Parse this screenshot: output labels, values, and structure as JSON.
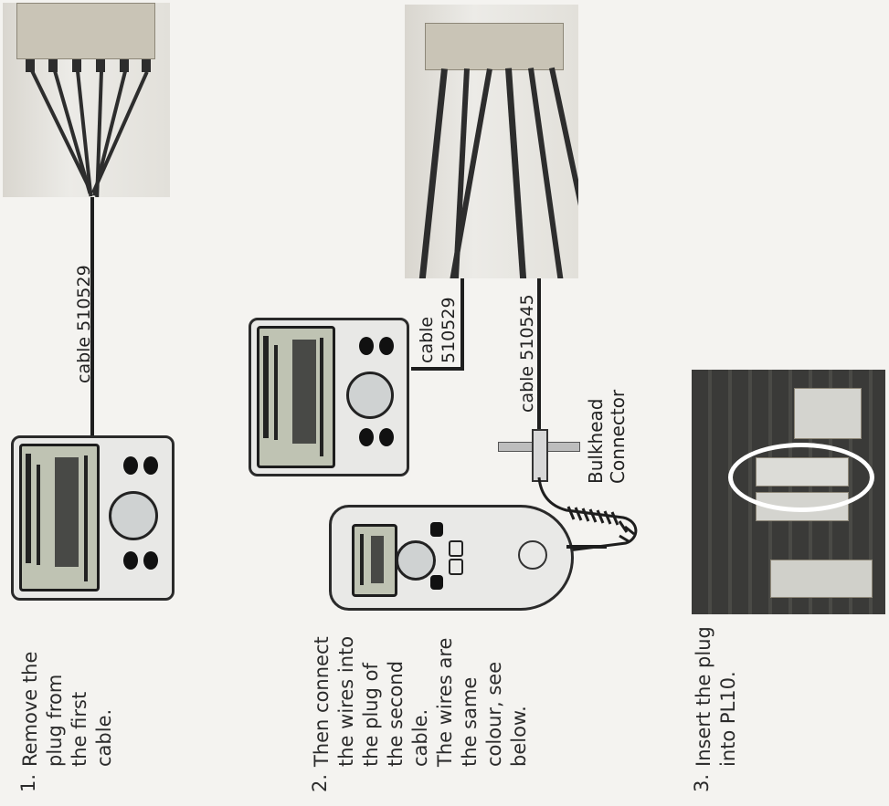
{
  "steps": {
    "step1": {
      "number": "1.",
      "text": "Remove the\nplug from\nthe first\ncable."
    },
    "step2": {
      "number": "2.",
      "text": "Then connect\nthe wires into\nthe plug of\nthe second\ncable.\nThe wires are\nthe same\ncolour, see\nbelow."
    },
    "step3": {
      "number": "3.",
      "text": "Insert the plug\ninto PL10."
    }
  },
  "labels": {
    "cable_1": "cable 510529",
    "cable_2a": "cable\n510529",
    "cable_2b": "cable 510545",
    "bulkhead": "Bulkhead\nConnector"
  },
  "colors": {
    "ink": "#1e1e1e",
    "paper": "#f4f3f0",
    "highlight": "#ffffff"
  }
}
